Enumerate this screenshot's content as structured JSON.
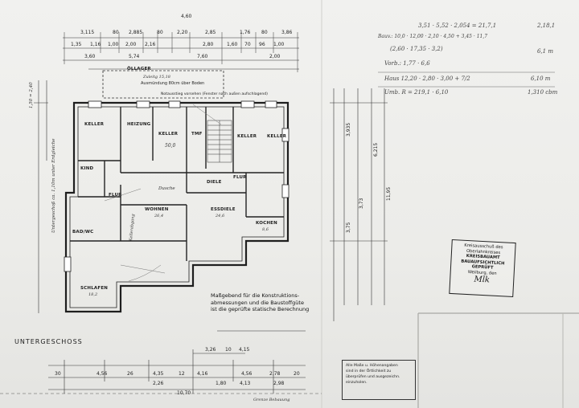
{
  "floor_title": "UNTERGESCHOSS",
  "stamp": {
    "line1": "Kreisausschuß des",
    "line2": "Oberlahnkreises",
    "line3": "KREISBAUAMT",
    "line4": "BAUAUFSICHTLICH GEPRÜFT",
    "line5": "Weilburg, den",
    "signature": "Mlk"
  },
  "statics_note": {
    "line1": "Maßgebend für die Konstruktions-",
    "line2": "abmessungen und die Baustoffgüte",
    "line3": "ist die geprüfte statische Berechnung"
  },
  "box_note": {
    "line1": "Alle Maße u. Höhenangaben",
    "line2": "sind in der Örtlichkeit zu",
    "line3": "überprüfen und ausgezeichn.",
    "line4": "einzuholen."
  },
  "labels": {
    "ollager": "ÖLLAGER",
    "zulg": "Zuleitg 15,18",
    "ausmundung": "Ausmündung 80cm über Boden",
    "notausstieg": "Notausstieg vorsehen (Fenster nach außen aufschlagend)",
    "keller1": "KELLER",
    "heizung": "HEIZUNG",
    "keller2": "KELLER",
    "tmf": "TMF",
    "keller3": "KELLER",
    "keller4": "KELLER",
    "kind": "KIND",
    "flur1": "FLUR",
    "dusche": "Dusche",
    "wohnen": "WOHNEN",
    "diele": "DIELE",
    "flur2": "FLUR",
    "essdiele": "ESSDIELE",
    "kochen": "KOCHEN",
    "bad_wc": "BAD/WC",
    "schlafen": "SCHLAFEN",
    "untergeschoss_vert": "Untergeschoß ca. 1,10m unter Erdgleiche",
    "grenze_bottom": "Grenze Bebauung",
    "stair_text": "Kellerabgang",
    "area_1": "50,0",
    "area_wohnen": "26,4",
    "area_essdiele": "24,6",
    "area_kochen": "8,6",
    "area_schlafen": "18,2"
  },
  "dims": {
    "top_row1": [
      "3,115",
      "80",
      "2,885",
      "80",
      "2,20",
      "2,85",
      "1,76",
      "80",
      "3,86"
    ],
    "top_row2": [
      "1,35",
      "1,16",
      "1,00",
      "2,00",
      "2,16",
      "2,80",
      "1,60",
      "70",
      "96",
      "1,00"
    ],
    "top_row3": [
      "3,60",
      "5,74",
      "7,60",
      "2,00"
    ],
    "top_total": "4,60",
    "bottom_row1": [
      "3,26",
      "10",
      "4,15"
    ],
    "bottom_row2": [
      "30",
      "4,56",
      "26",
      "4,35",
      "12",
      "4,16",
      "4,56",
      "2,78",
      "20"
    ],
    "bottom_row3": [
      "2,26",
      "1,80",
      "4,13",
      "2,98"
    ],
    "bottom_total": "10,70",
    "left_vert": "1,50 = 2,40",
    "right_vert": [
      "3,75",
      "3,73",
      "3,935",
      "6,215",
      "11,95"
    ]
  },
  "calc": {
    "line1": "3,51 · 5,52 · 2,054 = 21,7,1",
    "line2": "Bauv.: 10,0 · 12,00 · 2,10 · 4,50 + 3,45 · 11,7",
    "line3": "(2,60 · 17,35 · 3,2)",
    "line4": "Vorb.: 1,77 · 6,6",
    "line5": "Haus 12,20 · 2,80 · 3,00 + 7/2",
    "line6": "Umb. R = 219,1 · 6,10",
    "r1": "2,18,1",
    "r2": "6,1 m",
    "r3": "6,10 m",
    "r4": "1,310 cbm"
  },
  "colors": {
    "paper": "#eeeeeb",
    "ink": "#1e1e1e",
    "pencil": "#555555"
  }
}
